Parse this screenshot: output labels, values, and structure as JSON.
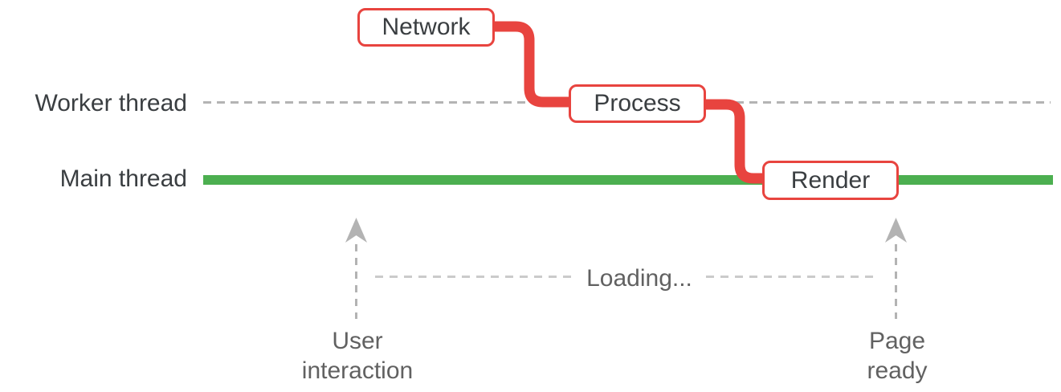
{
  "colors": {
    "red": "#e8443f",
    "green": "#4caf50",
    "line-gray": "#b4b4b4",
    "annotation-gray": "#cbcbcb",
    "arrow-gray": "#b3b3b3",
    "label-dark": "#3a3e41",
    "label-gray": "#616161"
  },
  "diagram": {
    "lanes": [
      {
        "label": "Worker thread",
        "line_style": "dashed"
      },
      {
        "label": "Main thread",
        "line_style": "solid"
      }
    ],
    "tasks": [
      {
        "label": "Network"
      },
      {
        "label": "Process"
      },
      {
        "label": "Render"
      }
    ],
    "annotations": {
      "loading": "Loading...",
      "user_interaction": [
        "User",
        "interaction"
      ],
      "page_ready": [
        "Page",
        "ready"
      ]
    }
  }
}
